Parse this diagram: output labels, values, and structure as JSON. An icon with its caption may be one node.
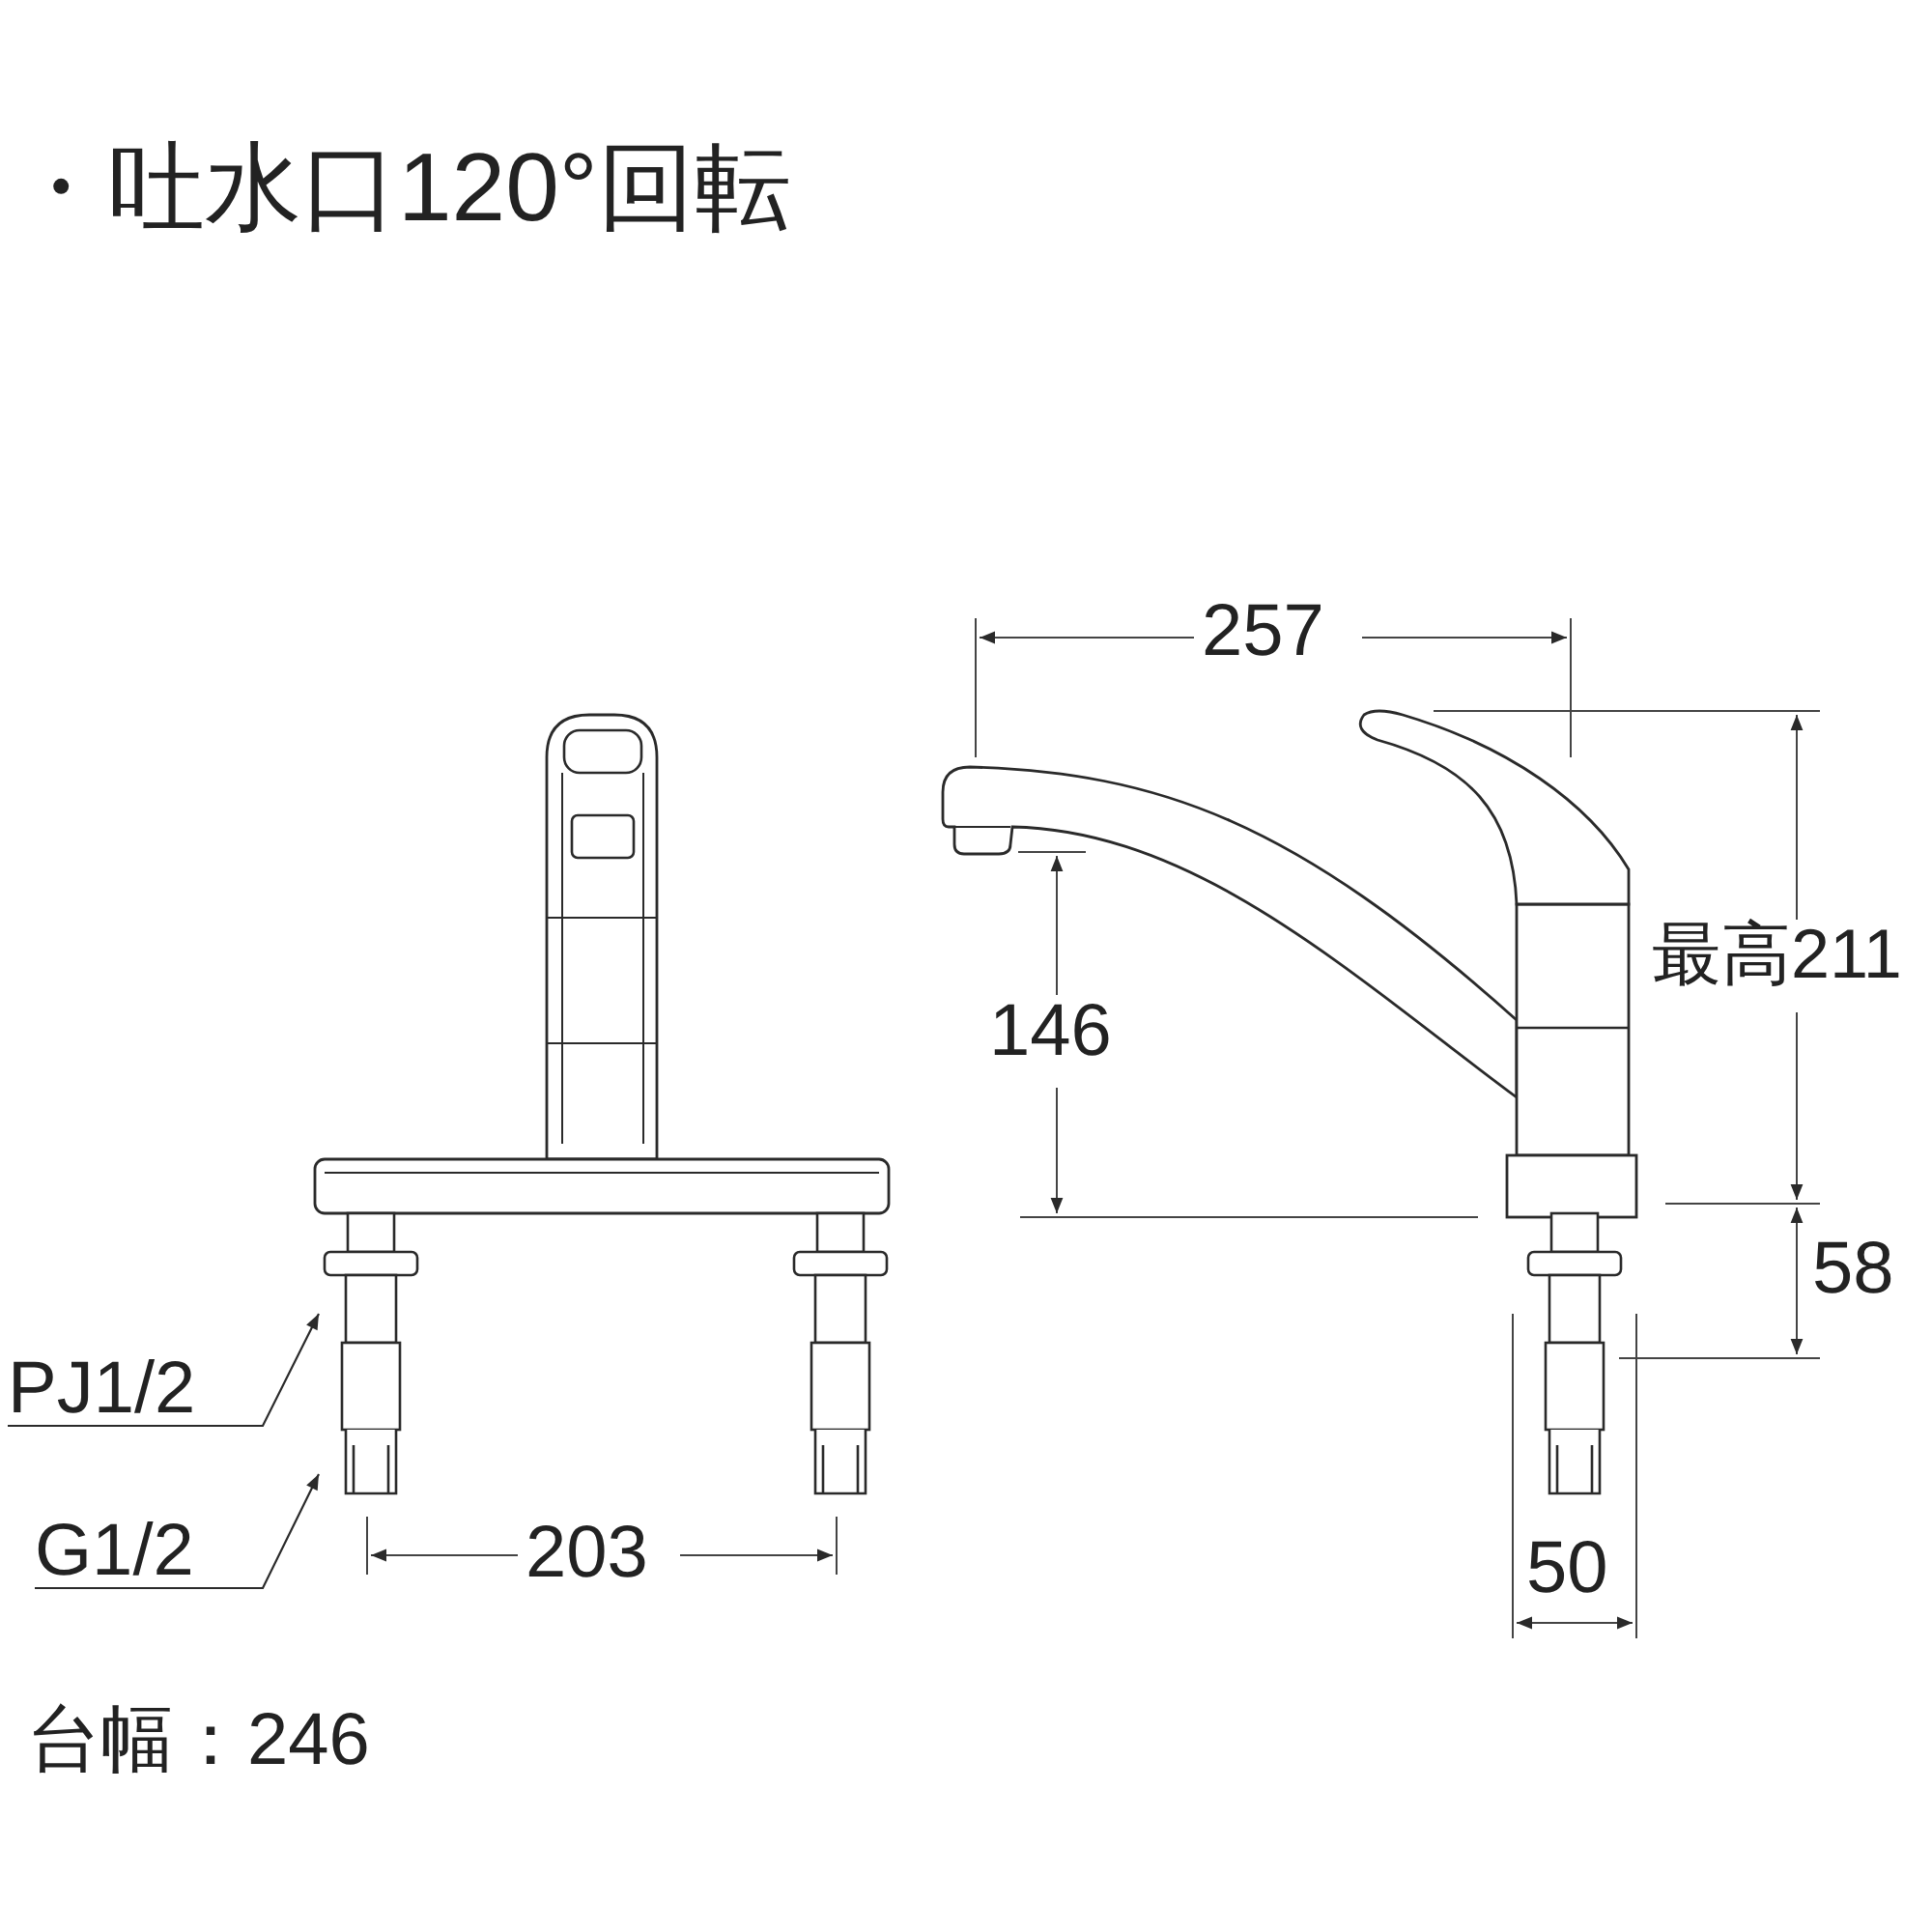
{
  "diagram": {
    "title": "・吐水口120°回転",
    "nodes": [
      {
        "text": [
          "PJ1/2"
        ]
      },
      {
        "text": [
          "G1/2"
        ]
      }
    ],
    "edges": [
      {
        "from": 0,
        "to": null,
        "arrow": "to"
      },
      {
        "from": 1,
        "to": null,
        "arrow": "to"
      }
    ],
    "labels": [
      "257",
      "146",
      "最高211",
      "58",
      "50",
      "203",
      "台幅：246"
    ]
  }
}
